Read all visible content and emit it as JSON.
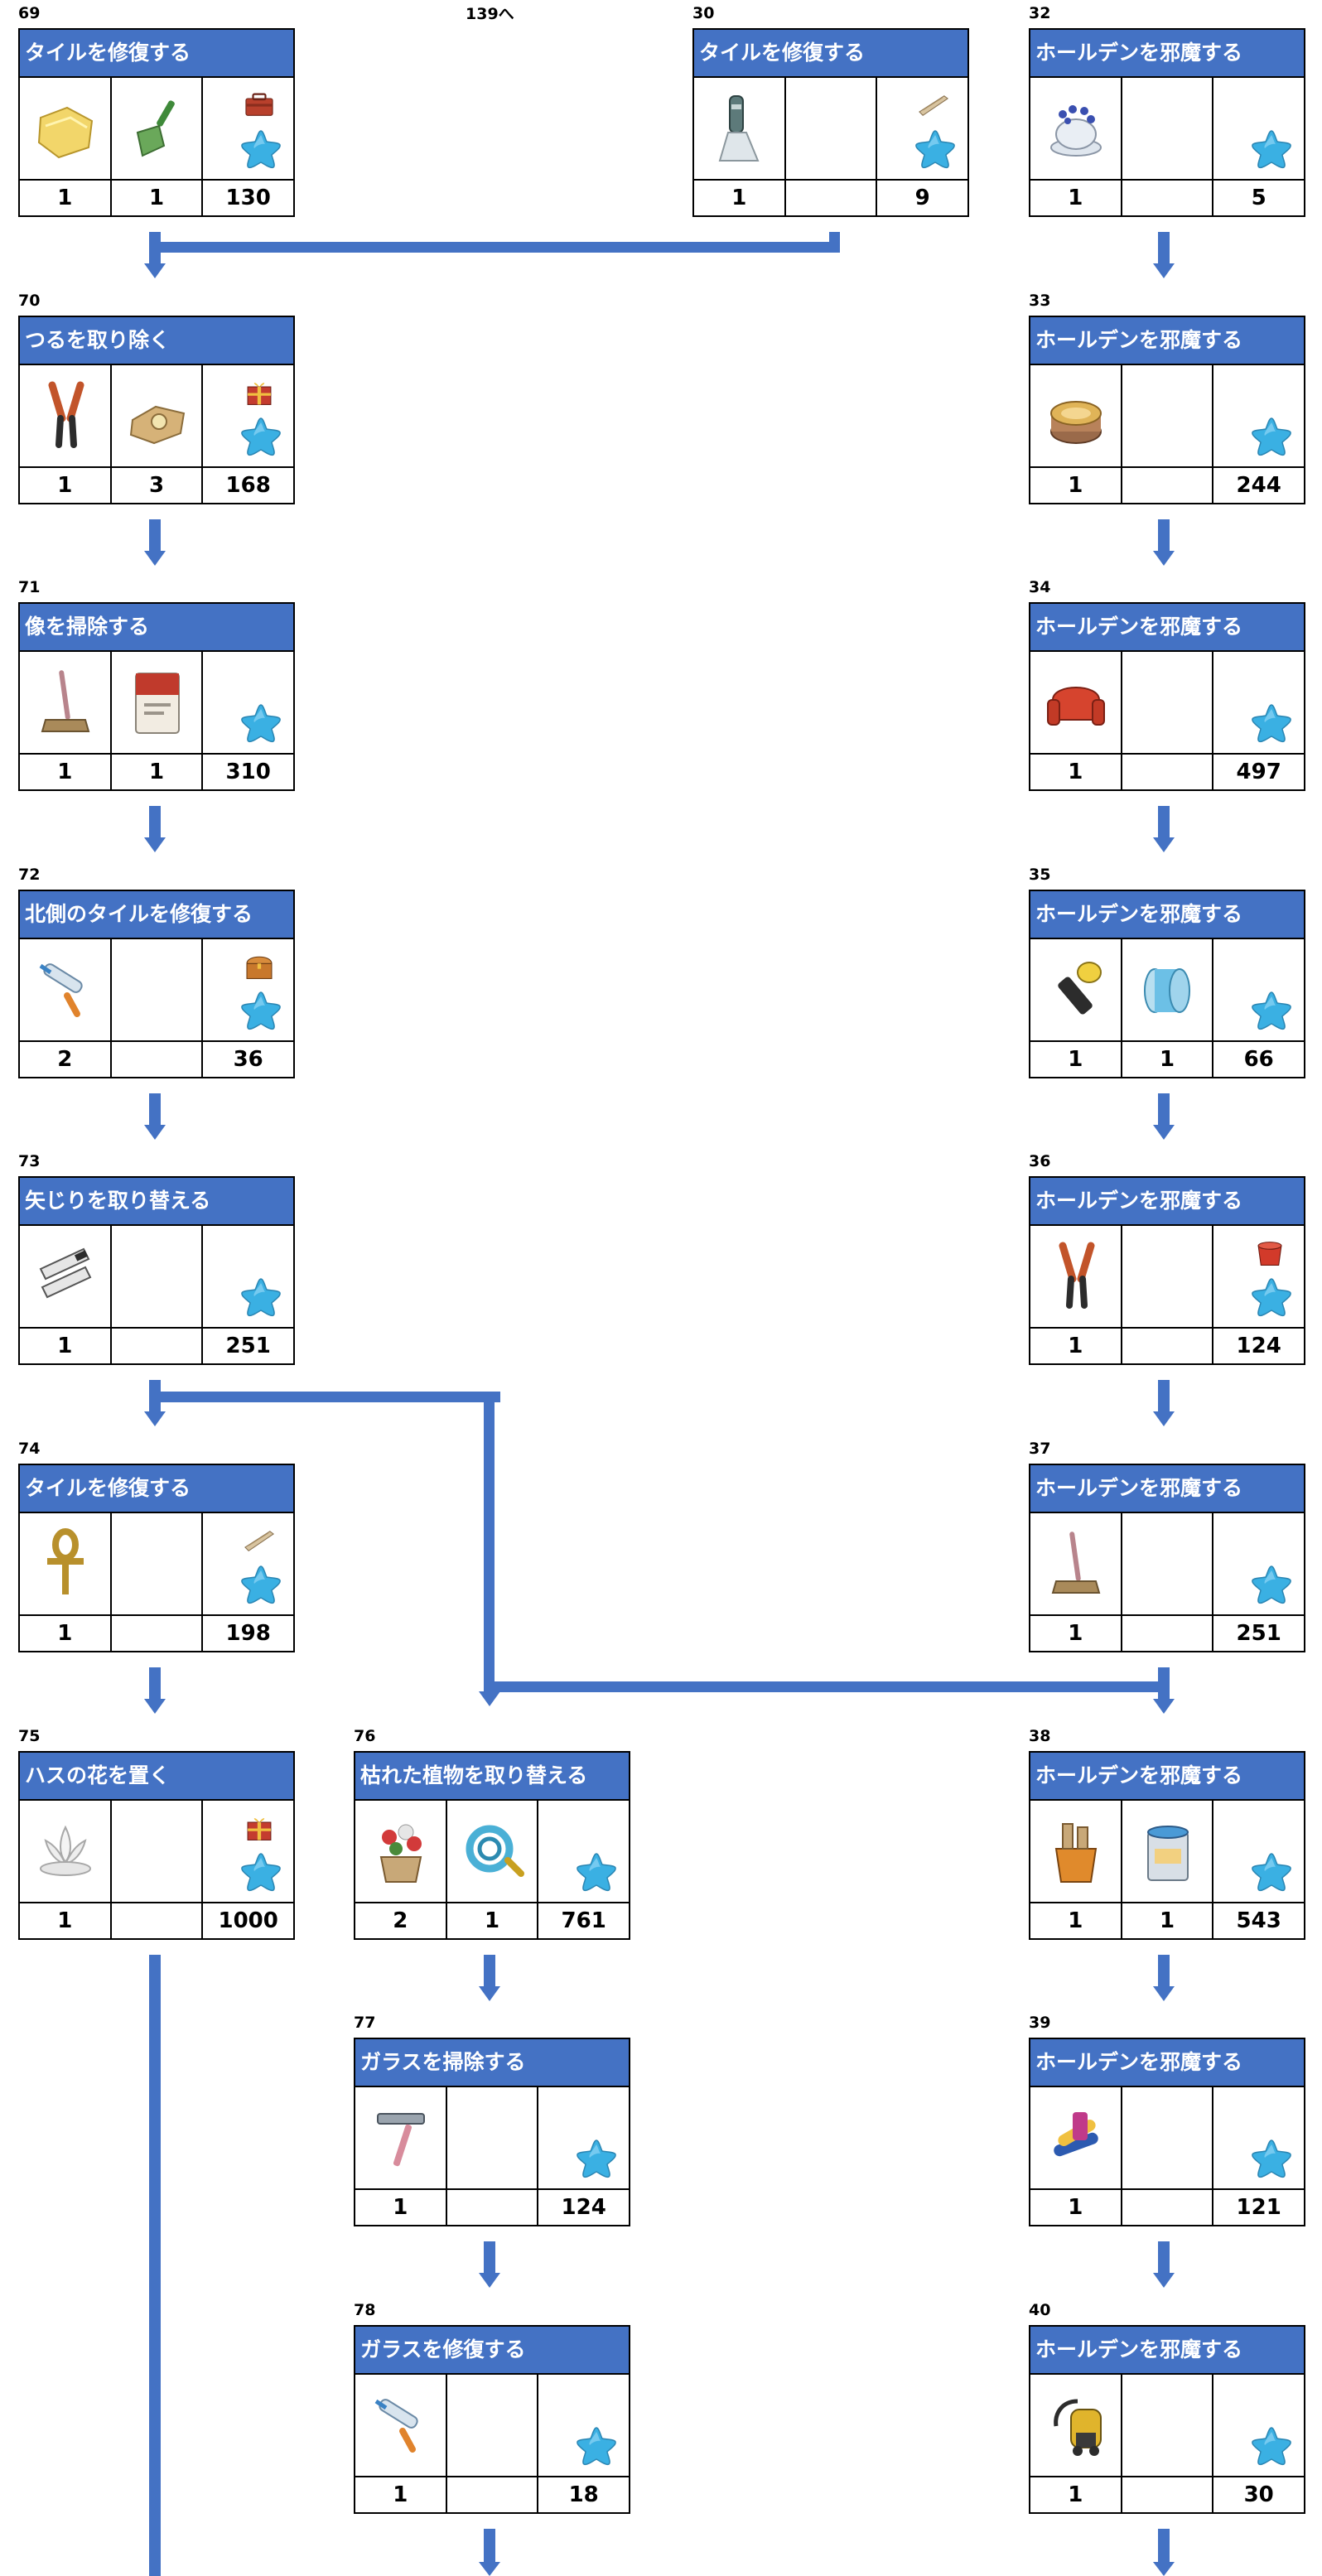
{
  "header_link": "139へ",
  "colors": {
    "header": "#4472c4",
    "arrow": "#4472c4",
    "star": "#3ab0e3"
  },
  "tasks": [
    {
      "num": "69",
      "title": "タイルを修復する",
      "counts": [
        "1",
        "1",
        "130"
      ]
    },
    {
      "num": "30",
      "title": "タイルを修復する",
      "counts": [
        "1",
        "",
        "9"
      ]
    },
    {
      "num": "32",
      "title": "ホールデンを邪魔する",
      "counts": [
        "1",
        "",
        "5"
      ]
    },
    {
      "num": "70",
      "title": "つるを取り除く",
      "counts": [
        "1",
        "3",
        "168"
      ]
    },
    {
      "num": "33",
      "title": "ホールデンを邪魔する",
      "counts": [
        "1",
        "",
        "244"
      ]
    },
    {
      "num": "71",
      "title": "像を掃除する",
      "counts": [
        "1",
        "1",
        "310"
      ]
    },
    {
      "num": "34",
      "title": "ホールデンを邪魔する",
      "counts": [
        "1",
        "",
        "497"
      ]
    },
    {
      "num": "72",
      "title": "北側のタイルを修復する",
      "counts": [
        "2",
        "",
        "36"
      ]
    },
    {
      "num": "35",
      "title": "ホールデンを邪魔する",
      "counts": [
        "1",
        "1",
        "66"
      ]
    },
    {
      "num": "73",
      "title": "矢じりを取り替える",
      "counts": [
        "1",
        "",
        "251"
      ]
    },
    {
      "num": "36",
      "title": "ホールデンを邪魔する",
      "counts": [
        "1",
        "",
        "124"
      ]
    },
    {
      "num": "74",
      "title": "タイルを修復する",
      "counts": [
        "1",
        "",
        "198"
      ]
    },
    {
      "num": "37",
      "title": "ホールデンを邪魔する",
      "counts": [
        "1",
        "",
        "251"
      ]
    },
    {
      "num": "75",
      "title": "ハスの花を置く",
      "counts": [
        "1",
        "",
        "1000"
      ]
    },
    {
      "num": "76",
      "title": "枯れた植物を取り替える",
      "counts": [
        "2",
        "1",
        "761"
      ]
    },
    {
      "num": "38",
      "title": "ホールデンを邪魔する",
      "counts": [
        "1",
        "1",
        "543"
      ]
    },
    {
      "num": "77",
      "title": "ガラスを掃除する",
      "counts": [
        "1",
        "",
        "124"
      ]
    },
    {
      "num": "39",
      "title": "ホールデンを邪魔する",
      "counts": [
        "1",
        "",
        "121"
      ]
    },
    {
      "num": "78",
      "title": "ガラスを修復する",
      "counts": [
        "1",
        "",
        "18"
      ]
    },
    {
      "num": "40",
      "title": "ホールデンを邪魔する",
      "counts": [
        "1",
        "",
        "30"
      ]
    }
  ],
  "icons": [
    [
      "cloth-icon",
      "trowel-icon",
      "toolbox-icon"
    ],
    [
      "scraper-icon",
      "",
      "plank-icon"
    ],
    [
      "pincushion-icon",
      "",
      ""
    ],
    [
      "cutter-icon",
      "sack-icon",
      "gift-icon"
    ],
    [
      "wax-jar-icon",
      "",
      ""
    ],
    [
      "broom-icon",
      "cement-bag-icon",
      ""
    ],
    [
      "armchair-icon",
      "",
      ""
    ],
    [
      "caulk-gun-icon",
      "",
      "chest-icon"
    ],
    [
      "flashlight-icon",
      "thread-spool-icon",
      ""
    ],
    [
      "hacksaw-icon",
      "",
      ""
    ],
    [
      "cutter-icon",
      "",
      "bucket-red-icon"
    ],
    [
      "ankh-icon",
      "",
      "plank-icon"
    ],
    [
      "broom-icon",
      "",
      ""
    ],
    [
      "lotus-icon",
      "",
      "gift-icon"
    ],
    [
      "flower-pot-icon",
      "hose-icon",
      ""
    ],
    [
      "brush-bucket-icon",
      "paint-can-icon",
      ""
    ],
    [
      "squeegee-icon",
      "",
      ""
    ],
    [
      "paper-rolls-icon",
      "",
      ""
    ],
    [
      "caulk-gun-icon",
      "",
      ""
    ],
    [
      "vacuum-icon",
      "",
      ""
    ]
  ]
}
